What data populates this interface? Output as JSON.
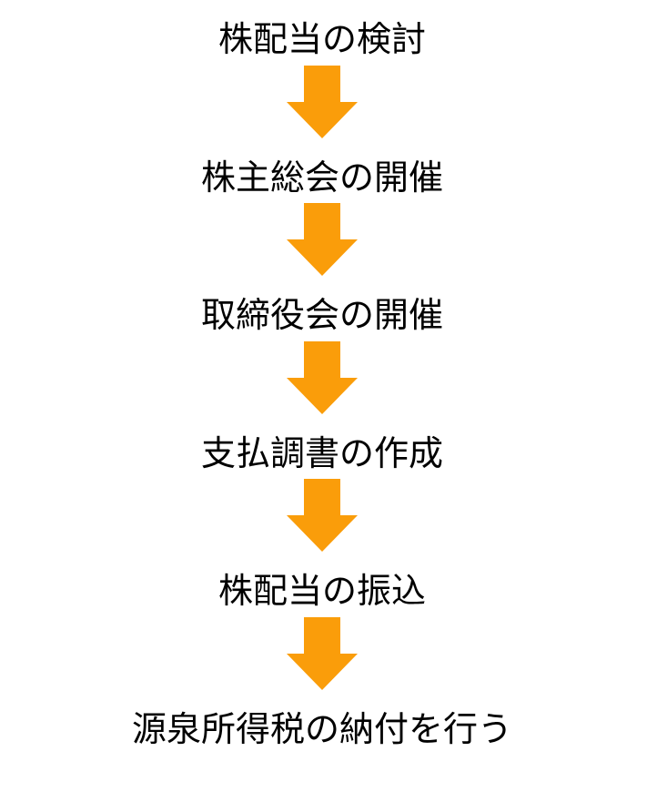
{
  "flowchart": {
    "background_color": "#ffffff",
    "text_color": "#000000",
    "arrow_color": "#FA9D0A",
    "steps": [
      {
        "label": "株配当の検討"
      },
      {
        "label": "株主総会の開催"
      },
      {
        "label": "取締役会の開催"
      },
      {
        "label": "支払調書の作成"
      },
      {
        "label": "株配当の振込"
      },
      {
        "label": "源泉所得税の納付を行う"
      }
    ]
  }
}
